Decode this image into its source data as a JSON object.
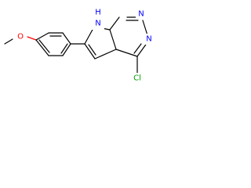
{
  "molecule": {
    "atoms": {
      "nh": {
        "text": "H",
        "symbol": "N",
        "color": "#0000ff"
      },
      "n_top": {
        "text": "N",
        "color": "#0000ff"
      },
      "n_bottom": {
        "text": "N",
        "color": "#0000ff"
      },
      "oxygen": {
        "text": "O",
        "color": "#ff0000"
      },
      "chlorine": {
        "text": "Cl",
        "color": "#00a000"
      }
    }
  }
}
